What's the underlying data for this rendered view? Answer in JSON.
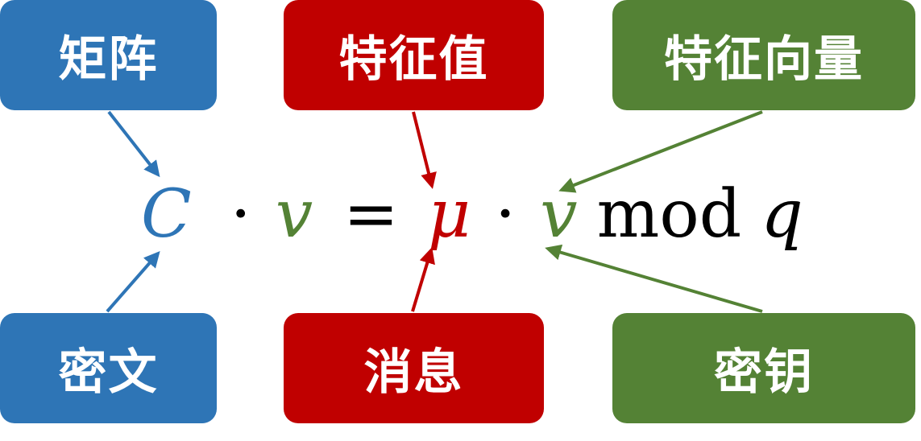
{
  "colors": {
    "blue": "#2e75b6",
    "red": "#c00000",
    "green": "#548235",
    "black": "#000000"
  },
  "labels": {
    "matrix": "矩阵",
    "eigenvalue": "特征值",
    "eigenvector": "特征向量",
    "ciphertext": "密文",
    "message": "消息",
    "key": "密钥"
  },
  "equation": {
    "C": "C",
    "dot1": "·",
    "v1": "v",
    "equals": "=",
    "mu": "μ",
    "dot2": "·",
    "v2": "v",
    "mod": "mod",
    "q": "q"
  }
}
